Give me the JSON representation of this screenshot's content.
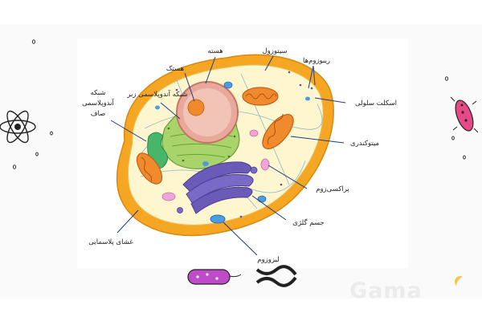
{
  "diagram": {
    "labels": {
      "nucleus": "هسته",
      "nucleolus": "هستک",
      "centrosome": "سیتوزول",
      "ribosomes": "ریبوزوم‌ها",
      "rough_er": "شبکه آندوپلاسمی زبر",
      "smooth_er_line1": "شبکه",
      "smooth_er_line2": "آندوپلاسمی",
      "smooth_er_line3": "صاف",
      "cytoskeleton": "اسکلت سلولی",
      "mitochondria": "میتوکندری",
      "peroxisome": "پراکسی‌زوم",
      "golgi": "جسم گلژی",
      "lysosome": "لیزوزوم",
      "plasma_membrane": "غشای پلاسمایی"
    },
    "colors": {
      "membrane_outer": "#f5a623",
      "cytoplasm": "#fdf6cf",
      "nucleus": "#e9a89c",
      "nucleolus": "#f08a2c",
      "rough_er": "#a9d46b",
      "golgi": "#6b5bb8",
      "mitochondria": "#ef8b2c",
      "lysosome": "#4a9de0",
      "leader": "#1d3a8a"
    }
  },
  "decor": {
    "icons": [
      "atom-icon",
      "bacteria-icon",
      "dna-helix-icon"
    ],
    "watermark": "Gama"
  }
}
